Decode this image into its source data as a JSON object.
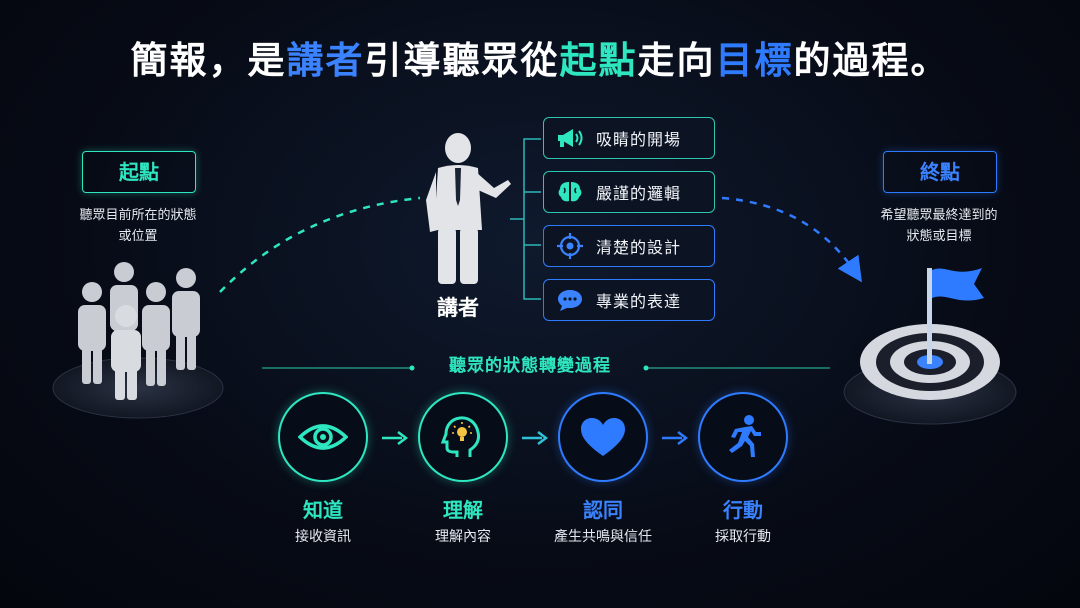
{
  "title": {
    "p1": "簡報，是",
    "speaker": "講者",
    "p2": "引導聽眾從",
    "start": "起點",
    "p3": "走向",
    "goal": "目標",
    "p4": "的過程。"
  },
  "start": {
    "label": "起點",
    "desc_line1": "聽眾目前所在的狀態",
    "desc_line2": "或位置"
  },
  "end": {
    "label": "終點",
    "desc_line1": "希望聽眾最終達到的",
    "desc_line2": "狀態或目標"
  },
  "speaker_label": "講者",
  "skills": [
    {
      "label": "吸睛的開場",
      "icon": "megaphone-icon"
    },
    {
      "label": "嚴謹的邏輯",
      "icon": "brain-icon"
    },
    {
      "label": "清楚的設計",
      "icon": "target-icon"
    },
    {
      "label": "專業的表達",
      "icon": "speech-bubble-icon"
    }
  ],
  "process_title": "聽眾的狀態轉變過程",
  "stages": [
    {
      "title": "知道",
      "desc": "接收資訊",
      "icon": "eye-icon"
    },
    {
      "title": "理解",
      "desc": "理解內容",
      "icon": "head-lightbulb-icon"
    },
    {
      "title": "認同",
      "desc": "產生共鳴與信任",
      "icon": "heart-icon"
    },
    {
      "title": "行動",
      "desc": "採取行動",
      "icon": "running-person-icon"
    }
  ],
  "colors": {
    "teal": "#2ee6c0",
    "blue": "#2f7bff",
    "background": "#070b16"
  }
}
